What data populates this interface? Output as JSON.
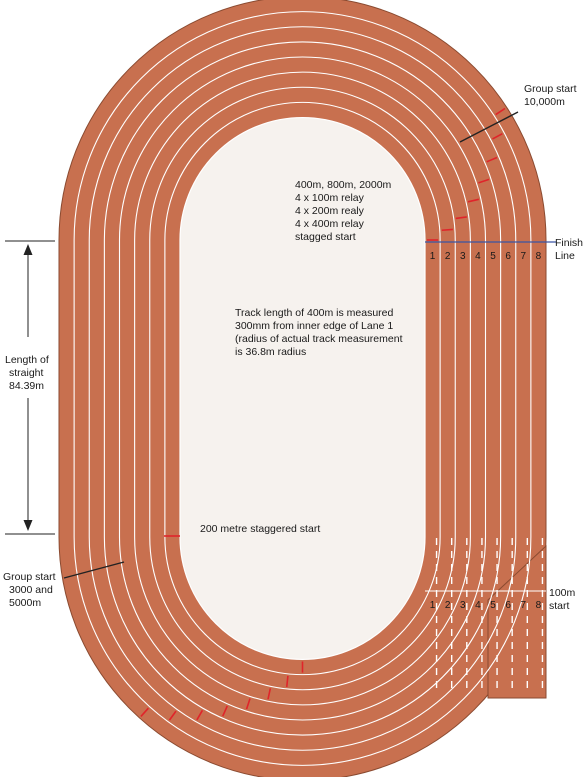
{
  "colors": {
    "track": "#c8704f",
    "track_edge": "#8a4a30",
    "infield": "#f6f2ee",
    "lane_line": "#ffffff",
    "stagger_mark": "#e0242a",
    "finish_line": "#3a55a4",
    "outline": "#222222"
  },
  "labels": {
    "group_start_10000": [
      "Group start",
      "10,000m"
    ],
    "relay_info": [
      "400m, 800m, 2000m",
      "4 x 100m relay",
      "4 x 200m realy",
      "4 x 400m relay",
      "stagged start"
    ],
    "finish_line": [
      "Finish",
      "Line"
    ],
    "track_length_note": [
      "Track length of 400m is measured",
      "300mm from inner edge of Lane 1",
      "(radius of actual track measurement",
      "is 36.8m radius"
    ],
    "length_of_straight": [
      "Length of",
      "straight",
      "84.39m"
    ],
    "staggered_200": "200 metre staggered start",
    "group_start_3000_5000": [
      "Group start",
      "3000 and",
      "5000m"
    ],
    "start_100m": [
      "100m",
      "start"
    ]
  },
  "lanes": {
    "count": 8,
    "finish_numbers": [
      "1",
      "2",
      "3",
      "4",
      "5",
      "6",
      "7",
      "8"
    ],
    "start100_numbers": [
      "1",
      "2",
      "3",
      "4",
      "5",
      "6",
      "7",
      "8"
    ]
  }
}
